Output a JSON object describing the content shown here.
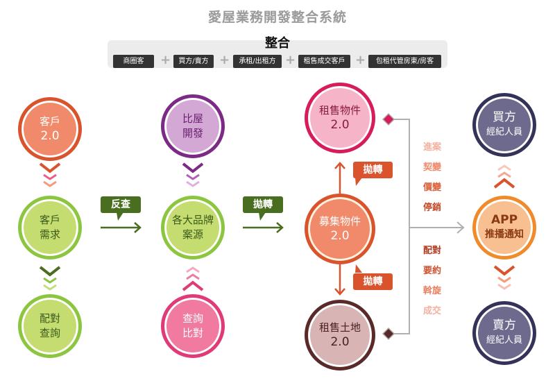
{
  "title": "愛屋業務開發整合系統",
  "integration": {
    "title": "整合",
    "tags": [
      "商圈客",
      "買方/賣方",
      "承租/出租方",
      "租售成交客戶",
      "包租代管房東/房客"
    ],
    "plus": "+"
  },
  "nodes": {
    "client": {
      "l1": "客戶",
      "l2": "2.0"
    },
    "client_needs": {
      "l1": "客戶",
      "l2": "需求"
    },
    "match_query": {
      "l1": "配對",
      "l2": "查詢"
    },
    "biwu_dev": {
      "l1": "比屋",
      "l2": "開發"
    },
    "brand_listings": {
      "l1": "各大品牌",
      "l2": "案源"
    },
    "query_compare": {
      "l1": "查詢",
      "l2": "比對"
    },
    "rental_sale_property": {
      "l1": "租售物件",
      "l2": "2.0"
    },
    "collect_property": {
      "l1": "募集物件",
      "l2": "2.0"
    },
    "rental_sale_land": {
      "l1": "租售土地",
      "l2": "2.0"
    },
    "buyer_agent": {
      "l1": "買方",
      "l2": "經紀人員"
    },
    "app_push": {
      "l1": "APP",
      "l2": "推播通知"
    },
    "seller_agent": {
      "l1": "賣方",
      "l2": "經紀人員"
    }
  },
  "labels": {
    "reverse_check": "反查",
    "transfer": "拋轉"
  },
  "events_top": [
    "進案",
    "契變",
    "價變",
    "停銷"
  ],
  "events_bottom": [
    "配對",
    "要約",
    "斡旋",
    "成交"
  ],
  "colors": {
    "orange": "#d9532c",
    "green": "#8cc63f",
    "purple": "#7b2a85",
    "pink": "#e03a78",
    "crimson": "#d81b5a",
    "brown": "#5a2a2a",
    "navy": "#33335a",
    "app": "#f08a2a"
  }
}
